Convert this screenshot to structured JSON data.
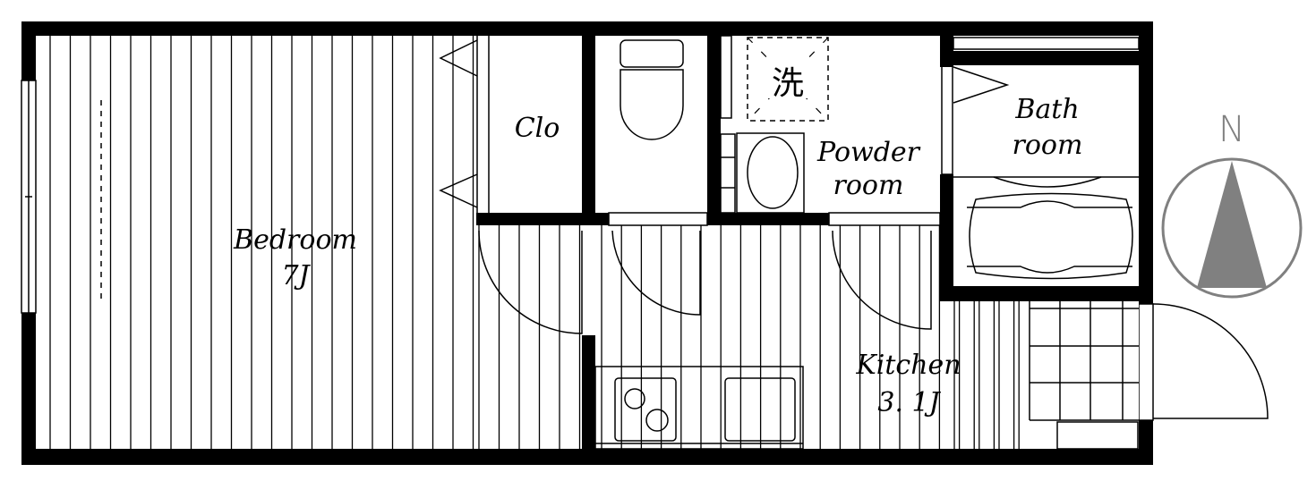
{
  "rooms": {
    "bedroom": {
      "name": "Bedroom",
      "size": "7J"
    },
    "closet": {
      "name": "Clo"
    },
    "powder": {
      "name_line1": "Powder",
      "name_line2": "room"
    },
    "bath": {
      "name_line1": "Bath",
      "name_line2": "room"
    },
    "kitchen": {
      "name": "Kitchen",
      "size": "3. 1J"
    },
    "laundry_mark": "洗"
  },
  "compass": {
    "label": "N",
    "color": "#808080"
  }
}
